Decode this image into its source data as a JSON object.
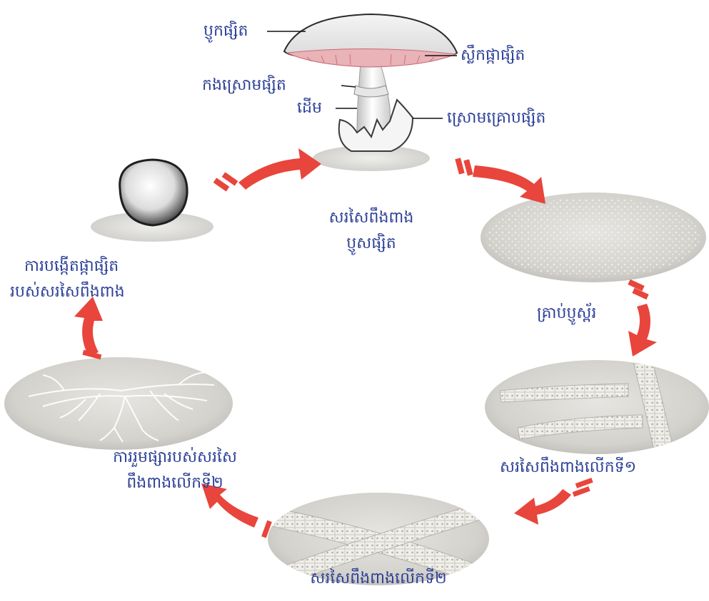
{
  "colors": {
    "label": "#2b3f96",
    "arrow": "#e8453c",
    "disc": "#d8d6d1",
    "disc_edge": "#9e9c98",
    "gills": "#d9868f"
  },
  "mushroom_parts": {
    "cap": "ប្ញូកផ្សិត",
    "gills": "ស្លឹកផ្កាផ្សិត",
    "ring": "កងស្រោមផ្សិត",
    "stem": "ដើម",
    "volva": "ស្រោមគ្រោបផ្សិត"
  },
  "stages": {
    "mycelium_mushroom_line1": "សរសៃពឹងពាង",
    "mycelium_mushroom_line2": "ប្ញូសផ្សិត",
    "spores": "គ្រាប់ប្ញូស្ព័រ",
    "primary_mycelium": "សរសៃពឹងពាងលើកទី១",
    "secondary_mycelium": "សរសៃពឹងពាងលើកទី២",
    "network_line1": "ការរួមផ្សារបស់សរសៃ",
    "network_line2": "ពឹងពាងលើកទី២",
    "formation_line1": "ការបង្កើតផ្កាផ្សិត",
    "formation_line2": "របស់សរសៃពឹងពាង"
  },
  "icons": {
    "cycle_arrows": "curved-arrow-icon"
  }
}
